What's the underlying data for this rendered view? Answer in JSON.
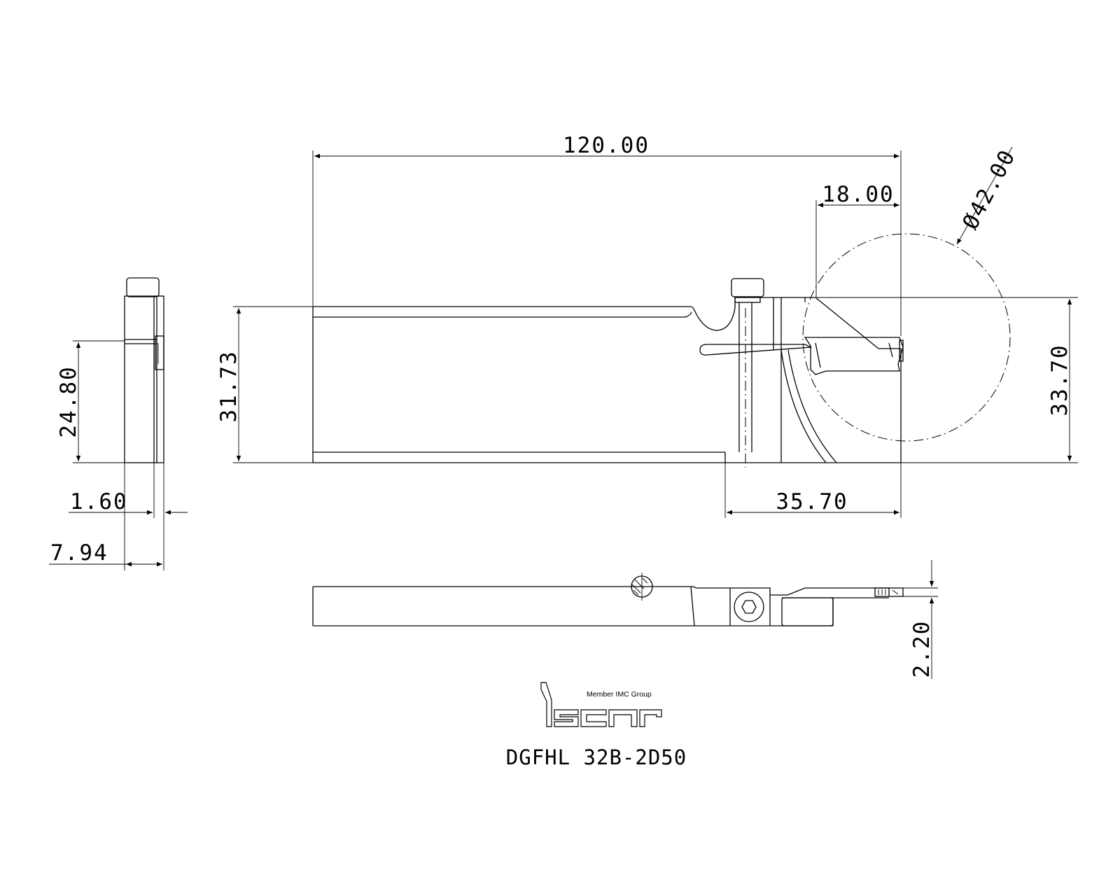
{
  "drawing": {
    "part_number": "DGFHL 32B-2D50",
    "logo": {
      "brand": "iscar",
      "tagline": "Member IMC Group"
    },
    "dimensions": {
      "overall_length": "120.00",
      "tool_height": "31.73",
      "insert_offset": "18.00",
      "diameter": "Ø42.00",
      "total_height": "33.70",
      "head_length": "35.70",
      "end_height": "24.80",
      "blade_offset": "1.60",
      "width": "7.94",
      "insert_width": "2.20"
    }
  }
}
